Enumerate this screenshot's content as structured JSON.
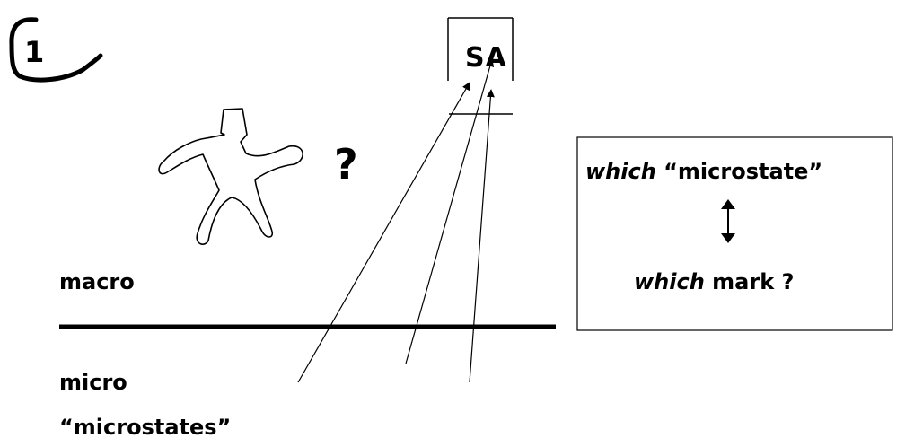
{
  "badge": {
    "number": "1"
  },
  "sa": {
    "label": "SA"
  },
  "figure": {
    "question": "?"
  },
  "levels": {
    "macro": "macro",
    "micro": "micro",
    "microstates": "“microstates”"
  },
  "box": {
    "line1_word": "which",
    "line1_rest": " “microstate”",
    "line2_word": "which",
    "line2_rest": " mark ?",
    "arrow_icon": "double-arrow-vertical-icon"
  },
  "colors": {
    "ink": "#000000",
    "background": "#ffffff"
  }
}
